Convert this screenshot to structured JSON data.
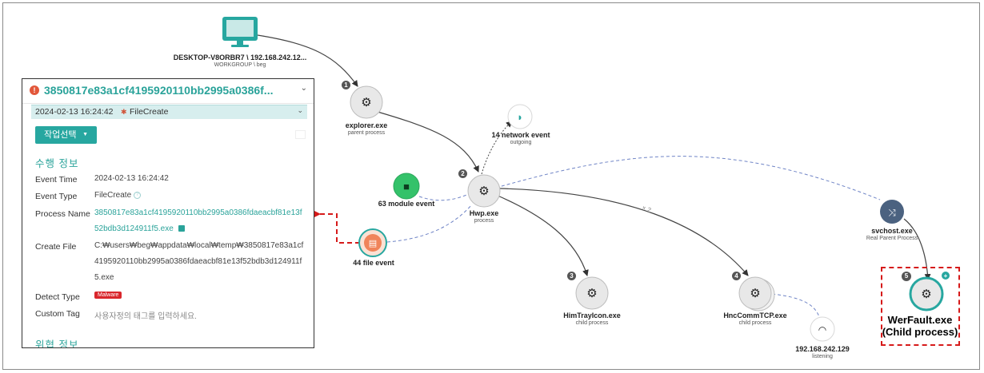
{
  "graph": {
    "desktop": {
      "label": "DESKTOP-V8ORBR7 \\ 192.168.242.12...",
      "sub": "WORKGROUP \\ beg",
      "icon": "monitor-icon"
    },
    "explorer": {
      "label": "explorer.exe",
      "sub": "parent process",
      "badge": "1",
      "icon": "gears-icon"
    },
    "network": {
      "label": "14 network event",
      "sub": "outgoing",
      "icon": "signal-icon"
    },
    "module": {
      "label": "63 module event",
      "icon": "cubes-icon"
    },
    "hwp": {
      "label": "Hwp.exe",
      "sub": "process",
      "badge": "2",
      "icon": "gears-icon"
    },
    "file": {
      "label": "44 file event",
      "icon": "file-icon"
    },
    "svchost": {
      "label": "svchost.exe",
      "sub": "Real Parent Process",
      "icon": "shuffle-icon"
    },
    "himtray": {
      "label": "HimTrayIcon.exe",
      "sub": "child process",
      "badge": "3",
      "icon": "gears-icon"
    },
    "hnccomm": {
      "label": "HncCommTCP.exe",
      "sub": "child process",
      "badge": "4",
      "icon": "gears-icon"
    },
    "ip": {
      "label": "192.168.242.129",
      "sub": "listening",
      "icon": "wifi-icon"
    },
    "werfault": {
      "badge": "5",
      "caption_line1": "WerFault.exe",
      "caption_line2": "(Child process)",
      "icon": "gears-icon"
    },
    "edge_multiplier": "× 2",
    "colors": {
      "accent": "#27a7a0",
      "alert": "#d61a1a",
      "svchost": "#4b6280",
      "module": "#34c26a",
      "file": "#f0845a"
    }
  },
  "panel": {
    "title": "3850817e83a1cf4195920110bb2995a0386f...",
    "event_time_bar": "2024-02-13 16:24:42",
    "event_type_bar": "FileCreate",
    "action_button": "작업선택",
    "section_exec": "수행 정보",
    "section_threat": "위협 정보",
    "rows": {
      "event_time_label": "Event Time",
      "event_time_value": "2024-02-13 16:24:42",
      "event_type_label": "Event Type",
      "event_type_value": "FileCreate",
      "process_name_label": "Process Name",
      "process_name_value": "3850817e83a1cf4195920110bb2995a0386fdaeacbf81e13f52bdb3d124911f5.exe",
      "create_file_label": "Create File",
      "create_file_value": "C:₩users₩beg₩appdata₩local₩temp₩3850817e83a1cf4195920110bb2995a0386fdaeacbf81e13f52bdb3d124911f5.exe",
      "detect_type_label": "Detect Type",
      "detect_type_value": "Malware",
      "custom_tag_label": "Custom Tag",
      "custom_tag_placeholder": "사용자정의 태그를 입력하세요."
    }
  }
}
